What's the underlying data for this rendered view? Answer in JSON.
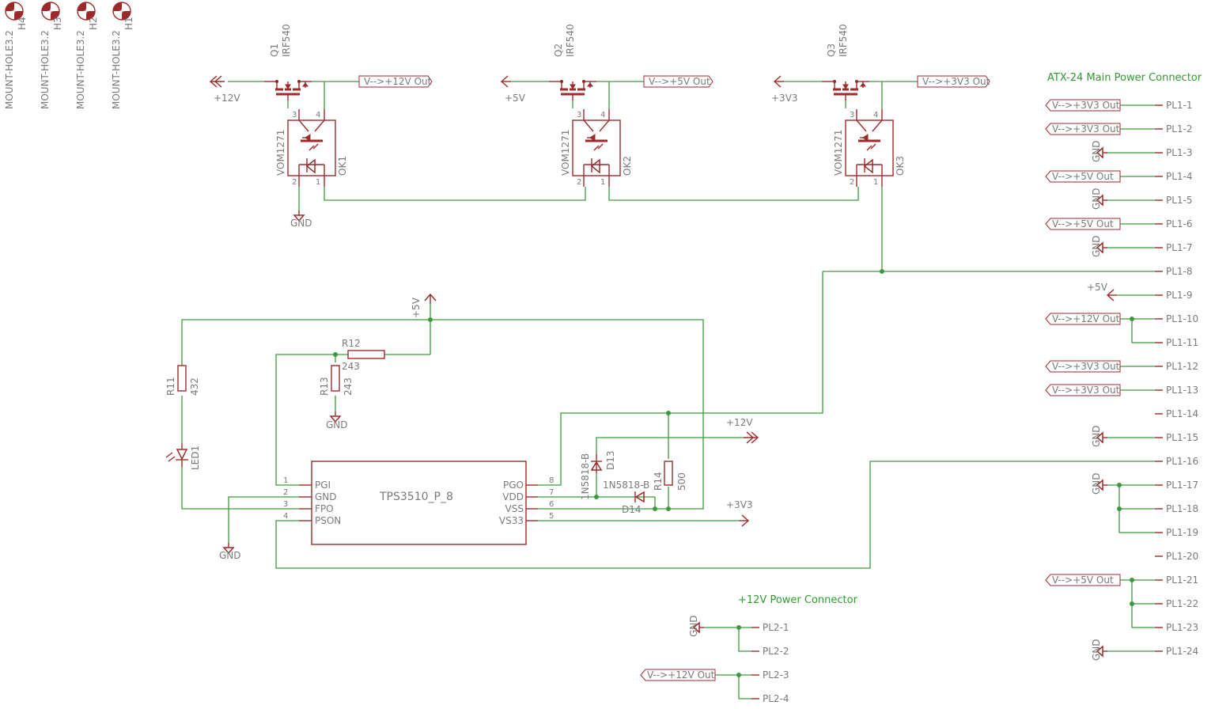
{
  "colors": {
    "wire": "#3c9a3c",
    "part": "#9c2a2a",
    "label_text": "#7a7a7a",
    "title_text": "#2e9b2e",
    "background": "#ffffff"
  },
  "titles": {
    "atx": "ATX-24 Main Power Connector",
    "pwr12": "+12V Power Connector"
  },
  "holes": [
    {
      "name": "H4",
      "value": "MOUNT-HOLE3.2"
    },
    {
      "name": "H3",
      "value": "MOUNT-HOLE3.2"
    },
    {
      "name": "H2",
      "value": "MOUNT-HOLE3.2"
    },
    {
      "name": "H1",
      "value": "MOUNT-HOLE3.2"
    }
  ],
  "mosfets": [
    {
      "name": "Q1",
      "value": "IRF540",
      "supply": "+12V",
      "out": "V-->+12V Out"
    },
    {
      "name": "Q2",
      "value": "IRF540",
      "supply": "+5V",
      "out": "V-->+5V Out"
    },
    {
      "name": "Q3",
      "value": "IRF540",
      "supply": "+3V3",
      "out": "V-->+3V3 Out"
    }
  ],
  "optos": [
    {
      "name": "OK1",
      "value": "VOM1271"
    },
    {
      "name": "OK2",
      "value": "VOM1271"
    },
    {
      "name": "OK3",
      "value": "VOM1271"
    }
  ],
  "pin_numbers": {
    "p1": "1",
    "p2": "2",
    "p3": "3",
    "p4": "4",
    "p5": "5",
    "p6": "6",
    "p7": "7",
    "p8": "8"
  },
  "ic": {
    "name": "TPS3510_P_8",
    "pins_left": [
      "PGI",
      "GND",
      "FPO",
      "PSON"
    ],
    "pins_right": [
      "PGO",
      "VDD",
      "VSS",
      "VS33"
    ]
  },
  "resistors": [
    {
      "name": "R11",
      "value": "432"
    },
    {
      "name": "R12",
      "value": "243"
    },
    {
      "name": "R13",
      "value": "243"
    },
    {
      "name": "R14",
      "value": "500"
    }
  ],
  "diodes": [
    {
      "name": "D13",
      "value": "1N5818-B"
    },
    {
      "name": "D14",
      "value": "1N5818-B"
    }
  ],
  "led": {
    "name": "LED1"
  },
  "nets": {
    "gnd": "GND",
    "v5": "+5V",
    "v12": "+12V",
    "v33": "+3V3"
  },
  "atx_pins": [
    {
      "pin": "PL1-1",
      "label": "V-->+3V3 Out"
    },
    {
      "pin": "PL1-2",
      "label": "V-->+3V3 Out"
    },
    {
      "pin": "PL1-3",
      "label": "GND"
    },
    {
      "pin": "PL1-4",
      "label": "V-->+5V Out"
    },
    {
      "pin": "PL1-5",
      "label": "GND"
    },
    {
      "pin": "PL1-6",
      "label": "V-->+5V Out"
    },
    {
      "pin": "PL1-7",
      "label": "GND"
    },
    {
      "pin": "PL1-8",
      "label": ""
    },
    {
      "pin": "PL1-9",
      "label": "+5V"
    },
    {
      "pin": "PL1-10",
      "label": "V-->+12V Out"
    },
    {
      "pin": "PL1-11",
      "label": ""
    },
    {
      "pin": "PL1-12",
      "label": "V-->+3V3 Out"
    },
    {
      "pin": "PL1-13",
      "label": "V-->+3V3 Out"
    },
    {
      "pin": "PL1-14",
      "label": ""
    },
    {
      "pin": "PL1-15",
      "label": "GND"
    },
    {
      "pin": "PL1-16",
      "label": ""
    },
    {
      "pin": "PL1-17",
      "label": "GND"
    },
    {
      "pin": "PL1-18",
      "label": ""
    },
    {
      "pin": "PL1-19",
      "label": ""
    },
    {
      "pin": "PL1-20",
      "label": ""
    },
    {
      "pin": "PL1-21",
      "label": "V-->+5V Out"
    },
    {
      "pin": "PL1-22",
      "label": ""
    },
    {
      "pin": "PL1-23",
      "label": ""
    },
    {
      "pin": "PL1-24",
      "label": "GND"
    }
  ],
  "pl2_pins": [
    {
      "pin": "PL2-1",
      "label": "GND"
    },
    {
      "pin": "PL2-2",
      "label": ""
    },
    {
      "pin": "PL2-3",
      "label": "V-->+12V Out"
    },
    {
      "pin": "PL2-4",
      "label": ""
    }
  ]
}
